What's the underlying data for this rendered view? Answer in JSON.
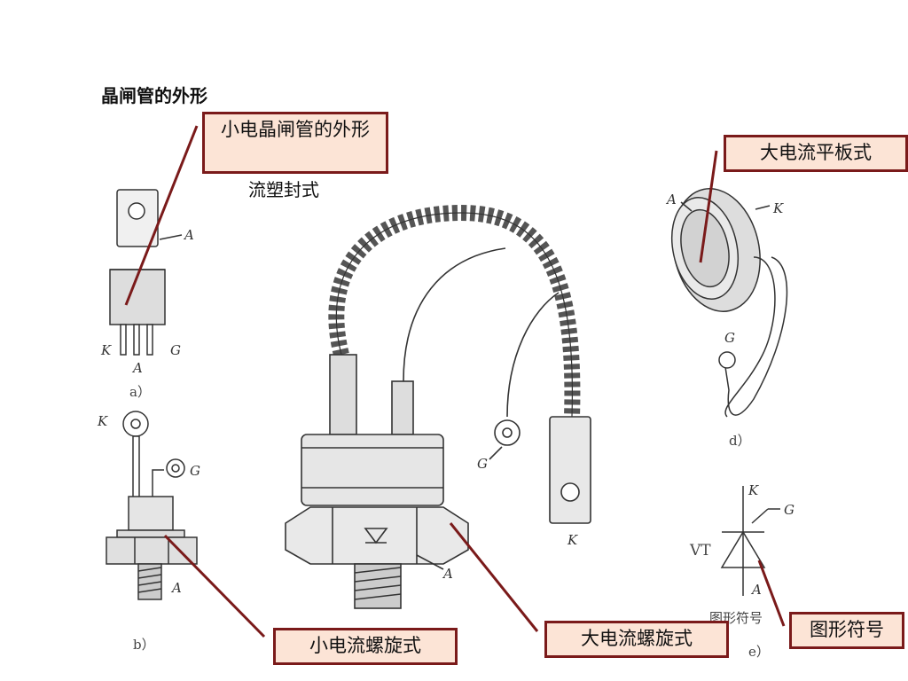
{
  "title": "晶闸管的外形",
  "subtitle": "流塑封式",
  "callouts": {
    "small_outline": "小电晶闸管的外形",
    "large_flat": "大电流平板式",
    "small_screw": "小电流螺旋式",
    "large_screw": "大电流螺旋式",
    "symbol": "图形符号"
  },
  "figure_labels": {
    "a": "a）",
    "b": "b）",
    "d": "d）",
    "e": "e）",
    "A": "A",
    "K": "K",
    "G": "G",
    "VT": "VT",
    "symbol_caption": "图形符号"
  },
  "colors": {
    "callout_fill": "#fce4d6",
    "callout_border": "#7a1a1a",
    "leader": "#7a1a1a"
  }
}
